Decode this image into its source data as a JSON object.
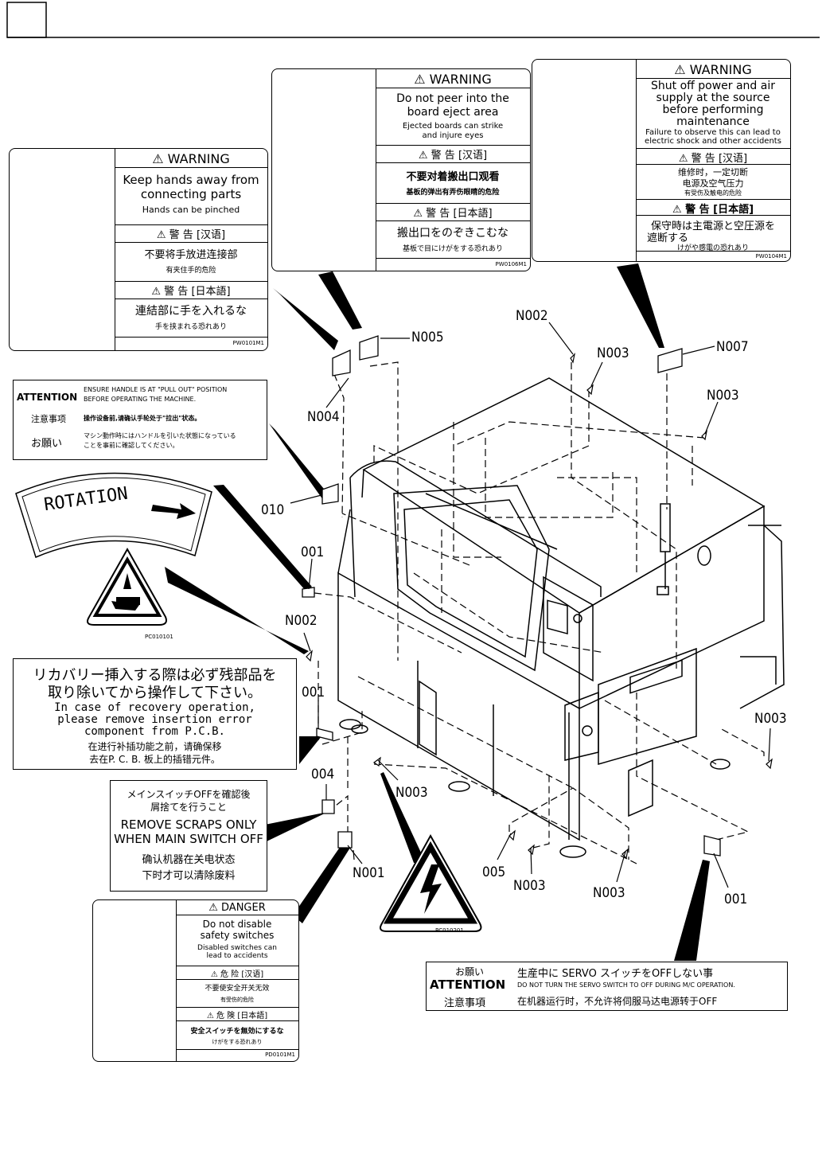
{
  "labels": {
    "pw0101": {
      "header": "⚠ WARNING",
      "line1": "Keep hands away from",
      "line2": "connecting parts",
      "sub": "Hands can be pinched",
      "cn_header": "⚠ 警 告 [汉语]",
      "cn_text": "不要将手放进连接部",
      "cn_sub": "有夹住手的危险",
      "jp_header": "⚠ 警 告 [日本語]",
      "jp_text": "連結部に手を入れるな",
      "jp_sub": "手を挟まれる恐れあり",
      "code": "PW0101M1"
    },
    "pw0106": {
      "header": "⚠ WARNING",
      "line1": "Do not peer into the",
      "line2": "board eject area",
      "sub1": "Ejected boards can strike",
      "sub2": "and injure eyes",
      "cn_header": "⚠ 警 告 [汉语]",
      "cn_text": "不要对着搬出口观看",
      "cn_sub": "基板的弹出有弄伤眼睛的危险",
      "jp_header": "⚠ 警 告 [日本語]",
      "jp_text": "搬出口をのぞきこむな",
      "jp_sub": "基板で目にけがをする恐れあり",
      "code": "PW0106M1"
    },
    "pw0104": {
      "header": "⚠ WARNING",
      "line1": "Shut off power and air",
      "line2": "supply at the source",
      "line3": "before performing",
      "line4": "maintenance",
      "sub1": "Failure to observe this can lead to",
      "sub2": "electric shock and other accidents",
      "cn_header": "⚠ 警 告 [汉语]",
      "cn_text1": "维修时，一定切断",
      "cn_text2": "电源及空气压力",
      "cn_sub": "有受伤及触电的危险",
      "jp_header": "⚠ 警 告 [日本語]",
      "jp_text1": "保守時は主電源と空圧源を",
      "jp_text2": "遮断する",
      "jp_sub": "けがや感電の恐れあり",
      "code": "PW0104M1"
    },
    "attention_handle": {
      "word": "ATTENTION",
      "en1": "ENSURE HANDLE IS AT \"PULL OUT\" POSITION",
      "en2": "BEFORE OPERATING THE MACHINE.",
      "cn_word": "注意事项",
      "cn_text": "操作设备前,请确认手轮处于\"拉出\"状态。",
      "jp_word": "お願い",
      "jp_text1": "マシン動作時にはハンドルを引いた状態になっている",
      "jp_text2": "ことを事前に確認してください。"
    },
    "rotation": {
      "text": "ROTATION"
    },
    "pinch": {
      "code": "PC010101"
    },
    "recovery": {
      "jp1": "リカバリー挿入する際は必ず残部品を",
      "jp2": "取り除いてから操作して下さい。",
      "en1": "In case of recovery operation,",
      "en2": "please remove insertion error",
      "en3": "component from P.C.B.",
      "cn1": "在进行补插功能之前，请确保移",
      "cn2": "去在P. C. B. 板上的插错元件。"
    },
    "scraps": {
      "jp1": "メインスイッチOFFを確認後",
      "jp2": "屑捨てを行うこと",
      "en1": "REMOVE SCRAPS ONLY",
      "en2": "WHEN MAIN SWITCH OFF",
      "cn1": "确认机器在关电状态",
      "cn2": "下时才可以清除废料"
    },
    "pd0101": {
      "header": "⚠ DANGER",
      "line1": "Do not disable",
      "line2": "safety switches",
      "sub1": "Disabled switches can",
      "sub2": "lead to accidents",
      "cn_header": "⚠ 危 险 [汉语]",
      "cn_text": "不要使安全开关无效",
      "cn_sub": "有受伤的危险",
      "jp_header": "⚠ 危 険 [日本語]",
      "jp_text": "安全スイッチを無効にするな",
      "jp_sub": "けがをする恐れあり",
      "code": "PD0101M1"
    },
    "electric": {
      "code": "PC010201"
    },
    "servo": {
      "jp_word": "お願い",
      "word": "ATTENTION",
      "cn_word": "注意事項",
      "jp_text": "生産中に SERVO スイッチをOFFしない事",
      "en_text": "DO NOT TURN THE SERVO SWITCH TO OFF DURING M/C OPERATION.",
      "cn_text": "在机器运行时，不允许将伺服马达电源转于OFF"
    }
  },
  "callouts": {
    "n005": "N005",
    "n004": "N004",
    "n002_top": "N002",
    "n003_top": "N003",
    "n007": "N007",
    "n003_right_top": "N003",
    "c010": "010",
    "c001_left": "001",
    "n002_left": "N002",
    "c001_mid": "001",
    "c004": "004",
    "n003_mid": "N003",
    "n003_right": "N003",
    "n001": "N001",
    "c005": "005",
    "n003_bottom1": "N003",
    "n003_bottom2": "N003",
    "c001_bottom": "001"
  }
}
